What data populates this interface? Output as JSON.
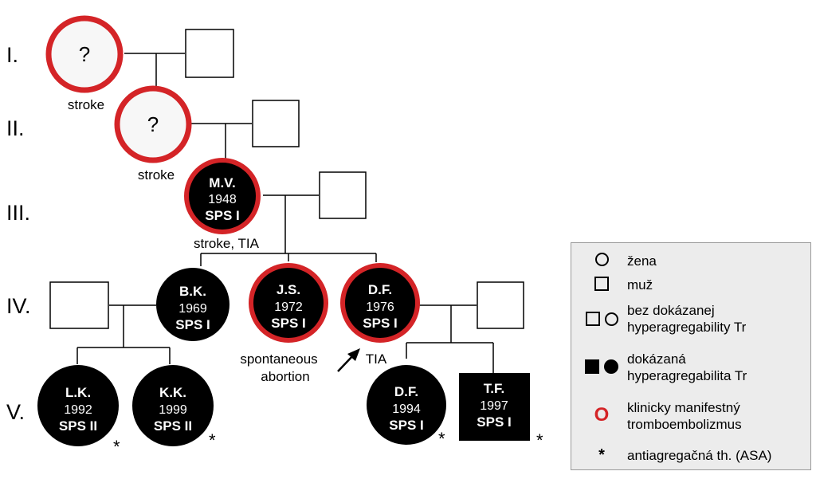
{
  "generations": [
    "I.",
    "II.",
    "III.",
    "IV.",
    "V."
  ],
  "annotations": {
    "gen1_stroke": "stroke",
    "gen2_stroke": "stroke",
    "gen3_note": "stroke, TIA",
    "abortion_line1": "spontaneous",
    "abortion_line2": "abortion",
    "tia": "TIA"
  },
  "individuals": {
    "gen1_female": {
      "label": "?"
    },
    "gen2_female": {
      "label": "?"
    },
    "mv": {
      "initials": "M.V.",
      "year": "1948",
      "type": "SPS I"
    },
    "bk": {
      "initials": "B.K.",
      "year": "1969",
      "type": "SPS I"
    },
    "js": {
      "initials": "J.S.",
      "year": "1972",
      "type": "SPS I"
    },
    "df4": {
      "initials": "D.F.",
      "year": "1976",
      "type": "SPS I"
    },
    "lk": {
      "initials": "L.K.",
      "year": "1992",
      "type": "SPS II"
    },
    "kk": {
      "initials": "K.K.",
      "year": "1999",
      "type": "SPS II"
    },
    "df5": {
      "initials": "D.F.",
      "year": "1994",
      "type": "SPS I"
    },
    "tf": {
      "initials": "T.F.",
      "year": "1997",
      "type": "SPS I"
    }
  },
  "asa_marker": "*",
  "legend": {
    "woman": "žena",
    "man": "muž",
    "not_proven_1": "bez dokázanej",
    "not_proven_2": "hyperagregability Tr",
    "proven_1": "dokázaná",
    "proven_2": "hyperagregabilita Tr",
    "thrombo_1": "klinicky manifestný",
    "thrombo_2": "tromboembolizmus",
    "thrombo_symbol": "O",
    "asa_symbol": "*",
    "asa": "antiagregačná th. (ASA)"
  },
  "colors": {
    "affected_ring": "#d42427",
    "filled": "#000000",
    "background": "#ffffff"
  }
}
